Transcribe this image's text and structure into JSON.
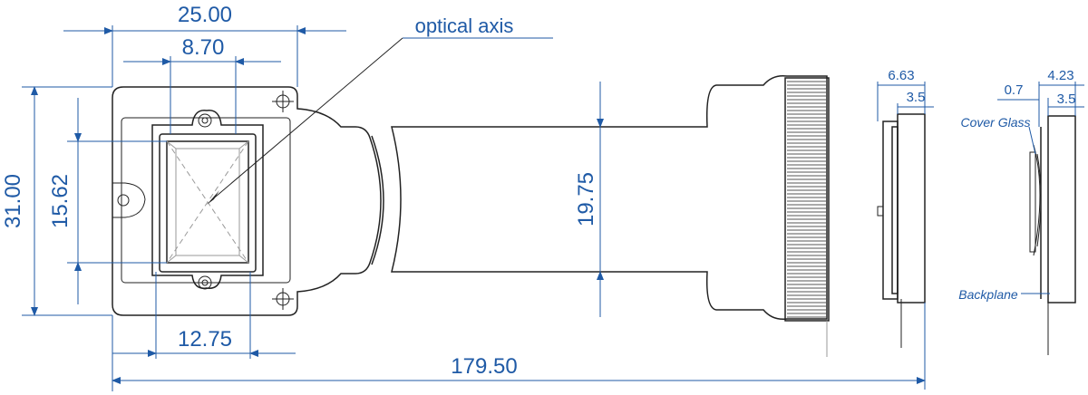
{
  "colors": {
    "dimension": "#1f5aa6",
    "outline": "#222222",
    "glass": "#9a9a9a"
  },
  "labels": {
    "optical_axis": "optical axis",
    "cover_glass": "Cover Glass",
    "backplane": "Backplane"
  },
  "dimensions": {
    "overall_width": "25.00",
    "window_width": "8.70",
    "overall_height": "31.00",
    "window_height": "15.62",
    "window_offset": "12.75",
    "total_length": "179.50",
    "flex_width": "19.75",
    "side_total": "6.63",
    "side_body": "3.5",
    "glass_gap": "0.7",
    "right_total": "4.23",
    "right_body": "3.5"
  }
}
